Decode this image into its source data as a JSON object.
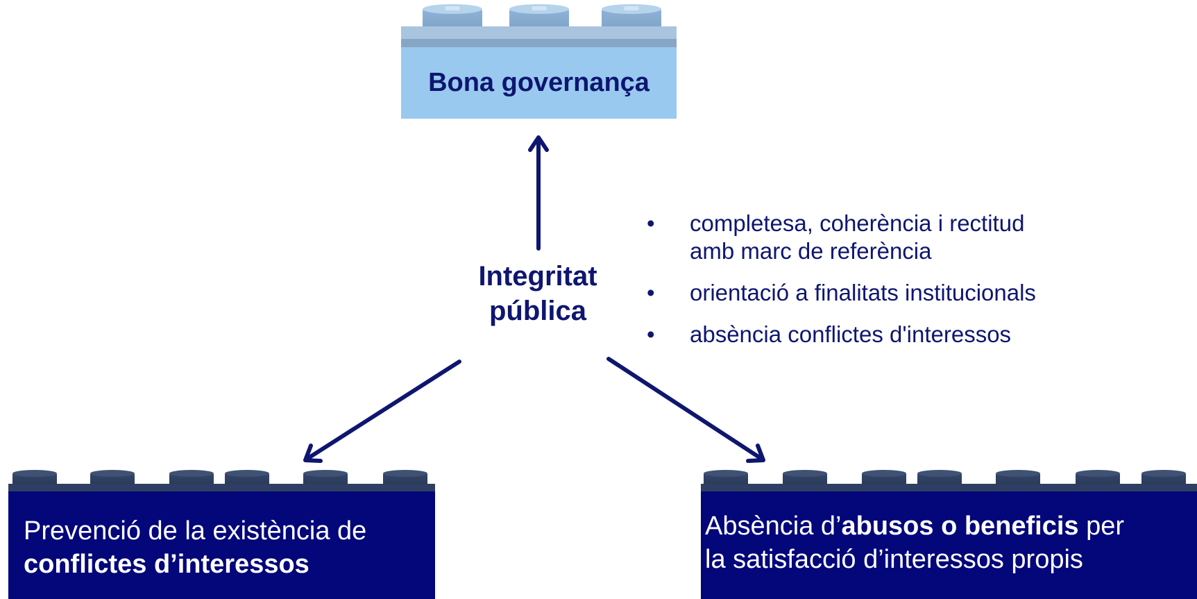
{
  "top_block": {
    "title": "Bona governança"
  },
  "center": {
    "line1": "Integritat",
    "line2": "pública"
  },
  "bullets": {
    "symbol": "•",
    "items": [
      {
        "line1": "completesa, coherència i rectitud",
        "line2": "amb marc de referència"
      },
      {
        "line1": "orientació a finalitats institucionals"
      },
      {
        "line1": "absència conflictes d'interessos"
      }
    ]
  },
  "left_block": {
    "line1": "Prevenció de la existència de",
    "line2_bold": "conflictes d’interessos"
  },
  "right_block": {
    "part1": "Absència d’",
    "part2_bold": "abusos o beneficis",
    "part3": " per",
    "line2": "la satisfacció d’interessos propis"
  },
  "colors": {
    "navy_text": "#0e1670",
    "arrow": "#0e1670",
    "light_block": "#99c9ef",
    "dark_block": "#03077a"
  }
}
